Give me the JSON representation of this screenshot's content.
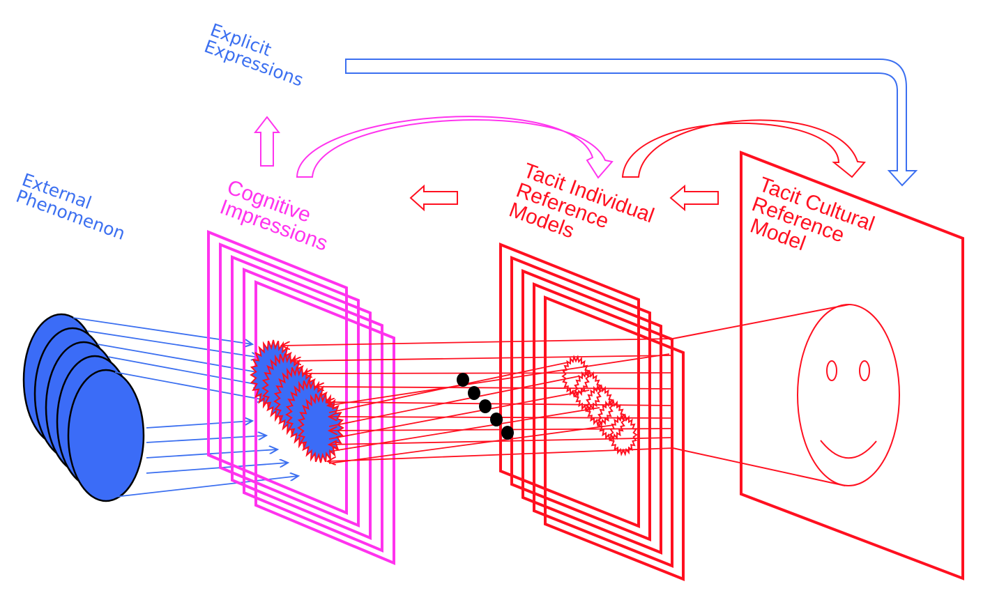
{
  "colors": {
    "blue": "#3b6ff0",
    "blue_fill": "#3b6cf7",
    "magenta": "#ff33ee",
    "red": "#ff1020",
    "black": "#000000"
  },
  "labels": {
    "explicit_expressions": "Explicit\nExpressions",
    "external_phenomenon": "External\nPhenomenon",
    "cognitive_impressions": "Cognitive\nImpressions",
    "tacit_individual": "Tacit Individual\nReference\nModels",
    "tacit_cultural": "Tacit Cultural\nReference\n Model"
  },
  "elements": {
    "external_phenomenon_ellipses": 5,
    "cognitive_frames": 5,
    "impression_bursts": 5,
    "individual_model_frames": 5,
    "individual_model_bursts": 5,
    "black_dots": 5,
    "cultural_model_frames": 1
  },
  "icons": {
    "smiley_face": "smiley-face-icon",
    "up_arrow": "hollow-up-arrow-icon",
    "left_arrow": "hollow-left-arrow-icon",
    "curved_arrow": "hollow-curved-arrow-icon",
    "elbow_arrow": "hollow-elbow-arrow-icon"
  }
}
